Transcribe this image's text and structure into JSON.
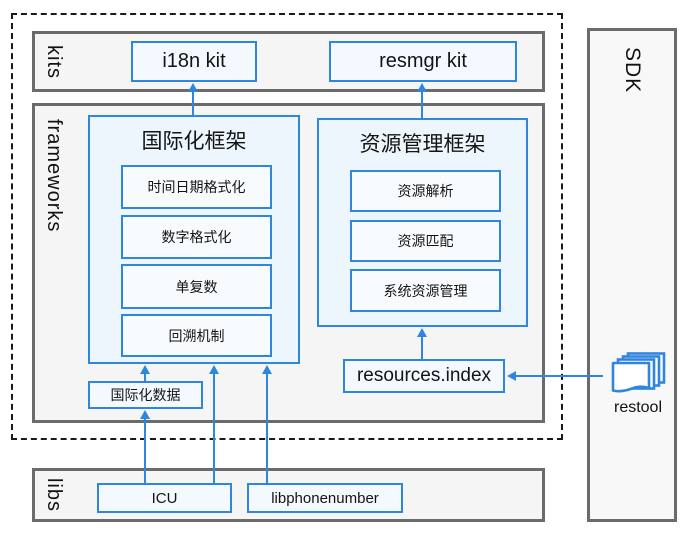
{
  "colors": {
    "accent_blue": "#2E86DE",
    "section_border_gray": "#6b6b6b",
    "section_fill": "#f5f5f6",
    "blue_box_fill": "#f3f9fe",
    "dashed_border": "#1a1a1a"
  },
  "sections": {
    "kits_label": "kits",
    "frameworks_label": "frameworks",
    "libs_label": "libs",
    "sdk_label": "SDK"
  },
  "kits": {
    "i18n_kit": "i18n kit",
    "resmgr_kit": "resmgr kit"
  },
  "i18n_framework": {
    "title": "国际化框架",
    "items": [
      "时间日期格式化",
      "数字格式化",
      "单复数",
      "回溯机制"
    ]
  },
  "resource_framework": {
    "title": "资源管理框架",
    "items": [
      "资源解析",
      "资源匹配",
      "系统资源管理"
    ]
  },
  "i18n_data_label": "国际化数据",
  "resources_index_label": "resources.index",
  "libs": {
    "icu": "ICU",
    "libphonenumber": "libphonenumber"
  },
  "restool_label": "restool"
}
